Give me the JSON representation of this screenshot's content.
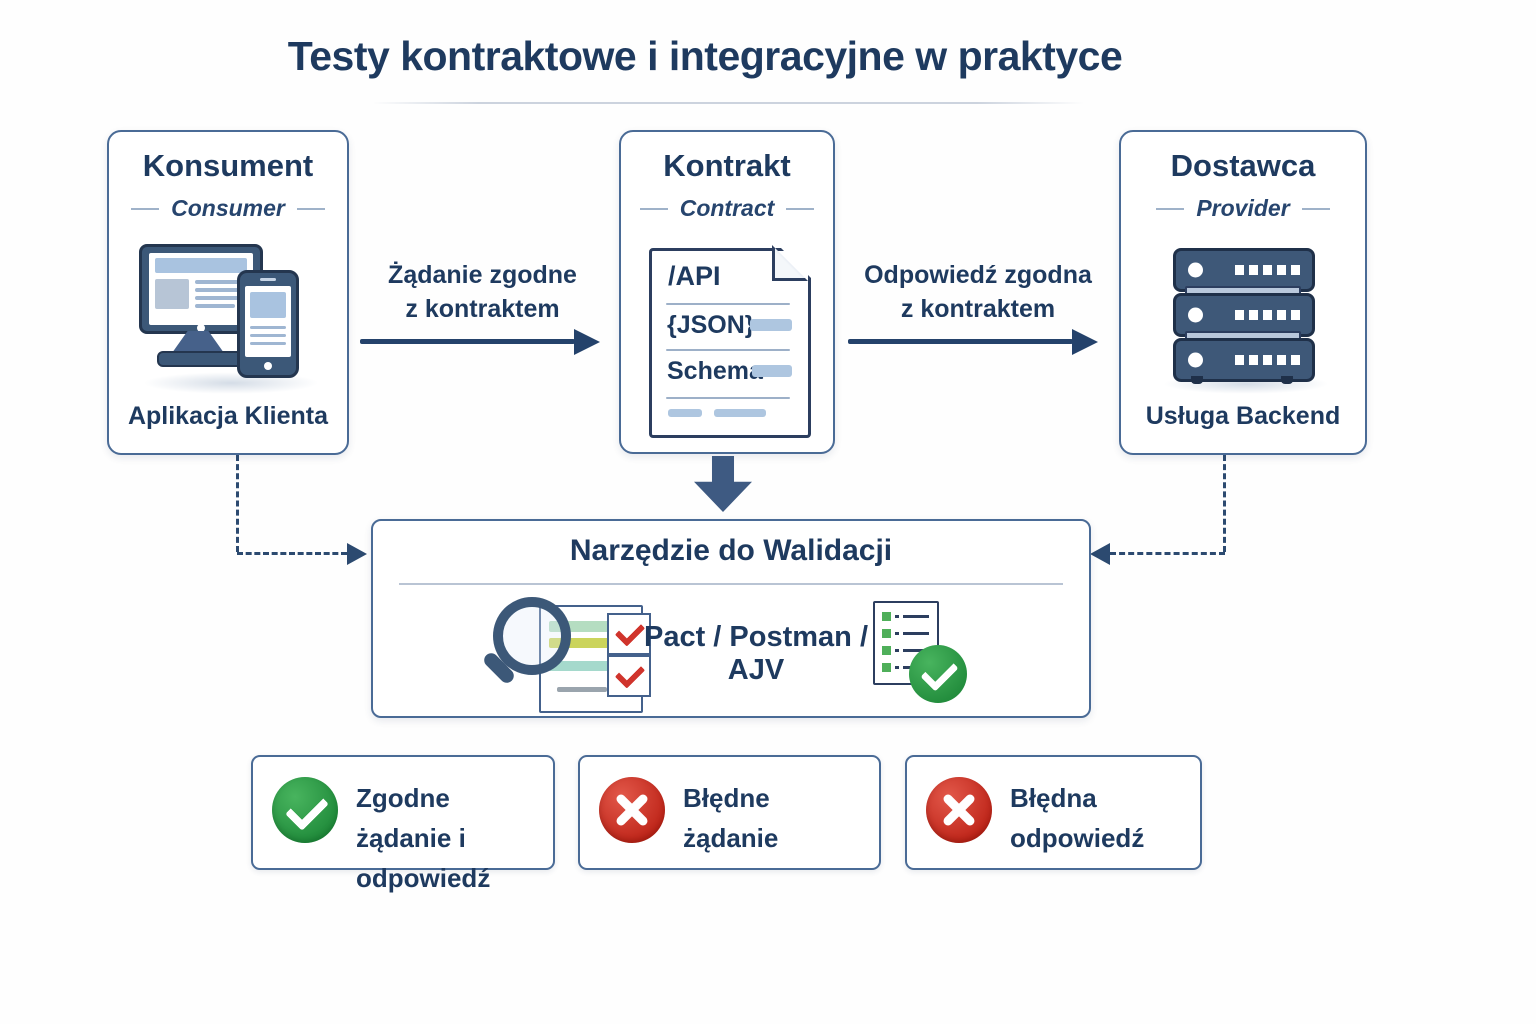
{
  "title": "Testy kontraktowe i integracyjne w praktyce",
  "nodes": {
    "consumer": {
      "title": "Konsument",
      "subtitle": "Consumer",
      "caption": "Aplikacja Klienta"
    },
    "contract": {
      "title": "Kontrakt",
      "subtitle": "Contract",
      "doc": {
        "line1": "/API",
        "line2": "{JSON}",
        "line3": "Schema"
      }
    },
    "provider": {
      "title": "Dostawca",
      "subtitle": "Provider",
      "caption": "Usługa Backend"
    }
  },
  "arrows": {
    "request": {
      "line1": "Żądanie zgodne",
      "line2": "z kontraktem"
    },
    "response": {
      "line1": "Odpowiedź zgodna",
      "line2": "z kontraktem"
    }
  },
  "validation": {
    "title": "Narzędzie do Walidacji",
    "tools": "Pact / Postman / AJV"
  },
  "statuses": [
    {
      "status": "success",
      "line1": "Zgodne",
      "line2": "żądanie i odpowiedź"
    },
    {
      "status": "error",
      "line1": "Błędne",
      "line2": "żądanie"
    },
    {
      "status": "error",
      "line1": "Błędna",
      "line2": "odpowiedź"
    }
  ],
  "colors": {
    "navy_text": "#1e3a5f",
    "arrow_line": "#24426b",
    "card_border": "#4a6b96",
    "icon_blue": "#3c5878",
    "light_blue": "#aec6e0",
    "success_green": "#2f9e44",
    "error_red": "#d0342c"
  }
}
